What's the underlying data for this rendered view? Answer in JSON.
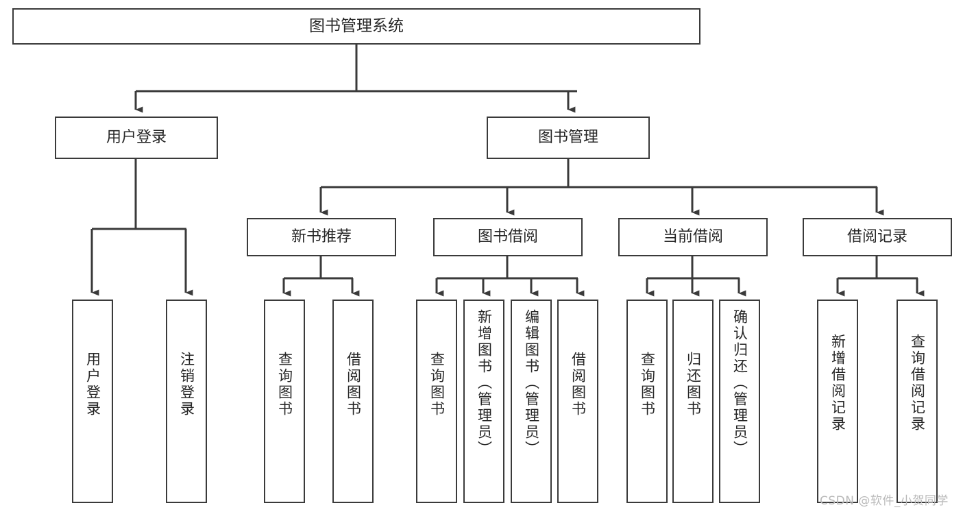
{
  "diagram": {
    "title": "图书管理系统",
    "type": "tree-hierarchy",
    "watermark": "CSDN @软件_小贺同学",
    "colors": {
      "box_border": "#3a3a3a",
      "box_fill": "#ffffff",
      "connector": "#3a3a3a",
      "text": "#262626",
      "watermark": "#b9b9b9",
      "background": "#ffffff"
    }
  },
  "nodes": {
    "root": {
      "label": "图书管理系统"
    },
    "level2": [
      {
        "label": "用户登录"
      },
      {
        "label": "图书管理"
      }
    ],
    "level3": [
      {
        "label": "新书推荐"
      },
      {
        "label": "图书借阅"
      },
      {
        "label": "当前借阅"
      },
      {
        "label": "借阅记录"
      }
    ],
    "leaves": {
      "user_login": [
        {
          "label": "用户登录"
        },
        {
          "label": "注销登录"
        }
      ],
      "new_book_recommend": [
        {
          "label": "查询图书"
        },
        {
          "label": "借阅图书"
        }
      ],
      "book_borrow": [
        {
          "label": "查询图书"
        },
        {
          "label": "新增图书（管理员）"
        },
        {
          "label": "编辑图书（管理员）"
        },
        {
          "label": "借阅图书"
        }
      ],
      "current_borrow": [
        {
          "label": "查询图书"
        },
        {
          "label": "归还图书"
        },
        {
          "label": "确认归还（管理员）"
        }
      ],
      "borrow_record": [
        {
          "label": "新增借阅记录"
        },
        {
          "label": "查询借阅记录"
        }
      ]
    }
  }
}
